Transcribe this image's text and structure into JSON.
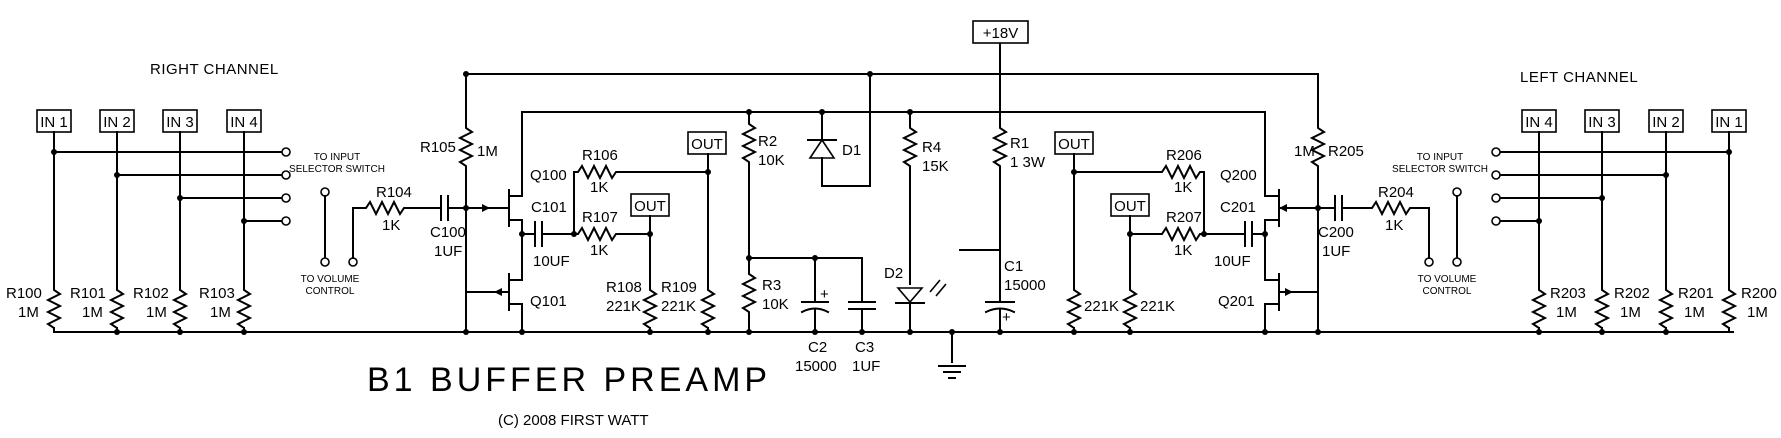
{
  "title": "B1 BUFFER PREAMP",
  "copyright": "(C) 2008 FIRST WATT",
  "supply": "+18V",
  "right_channel": {
    "heading": "RIGHT CHANNEL",
    "inputs": [
      "IN 1",
      "IN 2",
      "IN 3",
      "IN 4"
    ],
    "selector_note_1": "TO INPUT",
    "selector_note_2": "SELECTOR SWITCH",
    "volume_note_1": "TO VOLUME",
    "volume_note_2": "CONTROL",
    "out1": "OUT",
    "out2": "OUT",
    "parts": {
      "R100": "R100",
      "R100_v": "1M",
      "R101": "R101",
      "R101_v": "1M",
      "R102": "R102",
      "R102_v": "1M",
      "R103": "R103",
      "R103_v": "1M",
      "R104": "R104",
      "R104_v": "1K",
      "R105": "R105",
      "R105_v": "1M",
      "R106": "R106",
      "R106_v": "1K",
      "R107": "R107",
      "R107_v": "1K",
      "R108": "R108",
      "R108_v": "221K",
      "R109": "R109",
      "R109_v": "221K",
      "C100": "C100",
      "C100_v": "1UF",
      "C101": "C101",
      "C101_v": "10UF",
      "Q100": "Q100",
      "Q101": "Q101"
    }
  },
  "left_channel": {
    "heading": "LEFT CHANNEL",
    "inputs": [
      "IN 4",
      "IN 3",
      "IN 2",
      "IN 1"
    ],
    "selector_note_1": "TO INPUT",
    "selector_note_2": "SELECTOR SWITCH",
    "volume_note_1": "TO VOLUME",
    "volume_note_2": "CONTROL",
    "out1": "OUT",
    "out2": "OUT",
    "parts": {
      "R200": "R200",
      "R200_v": "1M",
      "R201": "R201",
      "R201_v": "1M",
      "R202": "R202",
      "R202_v": "1M",
      "R203": "R203",
      "R203_v": "1M",
      "R204": "R204",
      "R204_v": "1K",
      "R205": "R205",
      "R205_v": "1M",
      "R206": "R206",
      "R206_v": "1K",
      "R207": "R207",
      "R207_v": "1K",
      "R208_v": "221K",
      "R209_v": "221K",
      "C200": "C200",
      "C200_v": "1UF",
      "C201": "C201",
      "C201_v": "10UF",
      "Q200": "Q200",
      "Q201": "Q201"
    }
  },
  "power": {
    "R1": "R1",
    "R1_v": "1 3W",
    "R2": "R2",
    "R2_v": "10K",
    "R3": "R3",
    "R3_v": "10K",
    "R4": "R4",
    "R4_v": "15K",
    "C1": "C1",
    "C1_v": "15000",
    "C2": "C2",
    "C2_v": "15000",
    "C3": "C3",
    "C3_v": "1UF",
    "D1": "D1",
    "D2": "D2",
    "plus": "+"
  }
}
